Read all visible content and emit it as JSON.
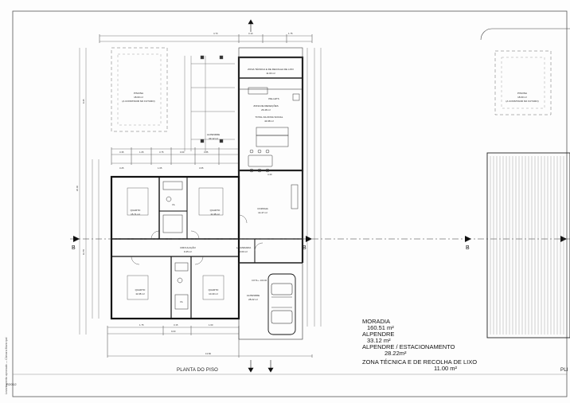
{
  "plan": {
    "title": "PLANTA DO PISO",
    "title_right": "PLI",
    "section_marker": "B",
    "side_note": "Levantamento aprovado — Câmara Municipal",
    "sheet_code": "R2012"
  },
  "rooms": {
    "piscina_left": "PISCINA",
    "piscina_left_area": "18.00 m²",
    "piscina_left_note": "(A CONSTRUIR NO FUTURO)",
    "piscina_right": "PISCINA",
    "piscina_right_area": "18.00 m²",
    "piscina_right_note": "(A CONSTRUIR NO FUTURO)",
    "zona_tecnica": "ZONA TÉCNICA E DE RECOLHA DE LIXO",
    "zona_tecnica_area": "11.00 m²",
    "pellets": "PELLETS",
    "zona_refeicoes": "ZONA DE REFEIÇÕES",
    "zona_refeicoes_area": "26.48 m²",
    "total_social": "TOTAL DA ZONA SOCIAL",
    "total_social_area": "44.98 m²",
    "alpendre_top": "ALPENDRE",
    "alpendre_top_area": "33.12 m²",
    "quarto1": "QUARTO",
    "quarto1_area": "15.71 m²",
    "quarto2": "QUARTO",
    "quarto2_area": "11.38 m²",
    "cozinha": "COZINHA",
    "cozinha_area": "14.47 m²",
    "circulacao": "CIRCULAÇÃO",
    "circulacao_area": "9.45 m²",
    "quarto3": "QUARTO",
    "quarto3_area": "11.68 m²",
    "quarto4": "QUARTO",
    "quarto4_area": "10.40 m²",
    "lavandaria": "LAVANDARIA",
    "lavandaria_area": "3.00 m²",
    "alpendre_est": "ALPENDRE",
    "alpendre_est_area": "28.22 m²",
    "wc1": "I.S.",
    "wc2": "I.S."
  },
  "summary": {
    "moradia_label": "MORADIA",
    "moradia_area": "160.51 m²",
    "alpendre_label": "ALPENDRE",
    "alpendre_area": "33.12 m²",
    "alpendre_est_label": "ALPENDRE / ESTACIONAMENTO",
    "alpendre_est_area": "28.22m²",
    "zona_tecnica_label": "ZONA TÉCNICA E DE RECOLHA DE LIXO",
    "zona_tecnica_area": "11.00 m²"
  },
  "dimensions": {
    "top_a": "4.70",
    "top_b": "3.10",
    "top_c": "1.75",
    "row1_a": "3.35",
    "row1_b": "1.05",
    "row1_c": "3.75",
    "row1_d": "0.60",
    "row1_e": "3.85",
    "row2_a": "3.25",
    "row2_b": "1.65",
    "row2_c": "3.65",
    "row2_d": "4.40",
    "bottom_a": "1.75",
    "bottom_b": "3.15",
    "bottom_c": "1.60",
    "bottom_total": "13.80",
    "bottom_sub": "9.00",
    "left_total": "20.00",
    "left_a": "8.45",
    "left_b": "10.55",
    "cota": "COTA + 100.00"
  }
}
